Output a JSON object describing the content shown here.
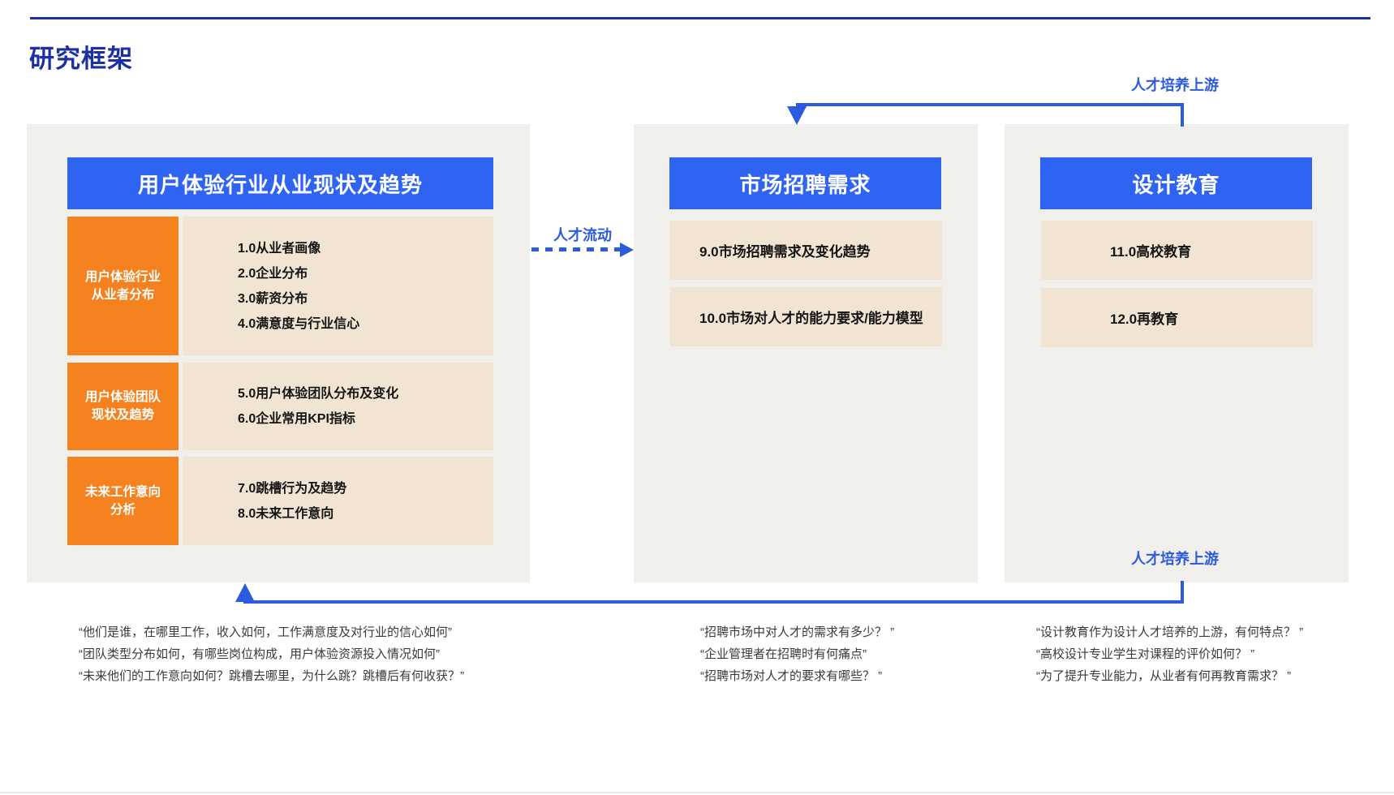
{
  "page": {
    "title": "研究框架"
  },
  "colors": {
    "navy": "#1c2fa4",
    "header_blue": "#2f64f3",
    "arrow_blue": "#2c5be0",
    "orange": "#f5821e",
    "beige": "#f2e4d3",
    "panel_gray": "#f0efec"
  },
  "arrows": {
    "flow_label": "人才流动",
    "top_label": "人才培养上游",
    "bottom_label": "人才培养上游"
  },
  "panels": {
    "left": {
      "header": "用户体验行业从业现状及趋势",
      "rows": [
        {
          "label1": "用户体验行业",
          "label2": "从业者分布",
          "items": [
            "1.0从业者画像",
            "2.0企业分布",
            "3.0薪资分布",
            "4.0满意度与行业信心"
          ]
        },
        {
          "label1": "用户体验团队",
          "label2": "现状及趋势",
          "items": [
            "5.0用户体验团队分布及变化",
            "6.0企业常用KPI指标"
          ]
        },
        {
          "label1": "未来工作意向",
          "label2": "分析",
          "items": [
            "7.0跳槽行为及趋势",
            "8.0未来工作意向"
          ]
        }
      ],
      "quotes": [
        "“他们是谁，在哪里工作，收入如何，工作满意度及对行业的信心如何”",
        "“团队类型分布如何，有哪些岗位构成，用户体验资源投入情况如何”",
        "“未来他们的工作意向如何？跳槽去哪里，为什么跳？跳槽后有何收获？”"
      ]
    },
    "middle": {
      "header": "市场招聘需求",
      "items": [
        "9.0市场招聘需求及变化趋势",
        "10.0市场对人才的能力要求/能力模型"
      ],
      "quotes": [
        "“招聘市场中对人才的需求有多少？ ”",
        "“企业管理者在招聘时有何痛点”",
        "“招聘市场对人才的要求有哪些？ ”"
      ]
    },
    "right": {
      "header": "设计教育",
      "items": [
        "11.0高校教育",
        "12.0再教育"
      ],
      "quotes": [
        "“设计教育作为设计人才培养的上游，有何特点？ ”",
        "“高校设计专业学生对课程的评价如何？ ”",
        "“为了提升专业能力，从业者有何再教育需求？ ”"
      ]
    }
  }
}
